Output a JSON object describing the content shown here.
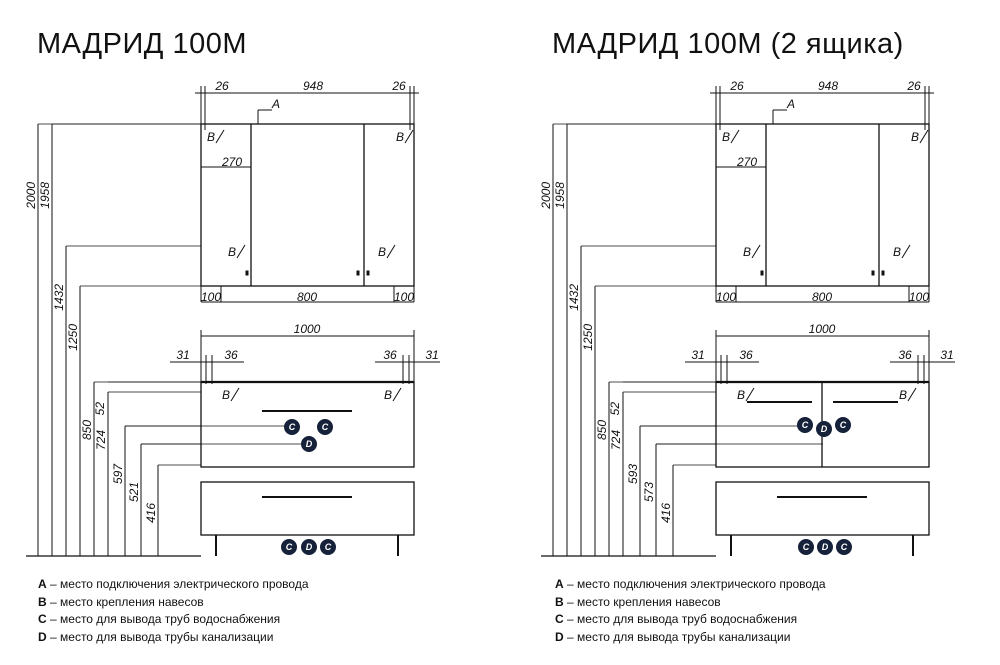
{
  "left": {
    "title": "МАДРИД 100М",
    "dims": {
      "top_left": "26",
      "top_mid": "948",
      "top_right": "26",
      "shelf": "270",
      "bot_left": "100",
      "bot_mid": "800",
      "bot_right": "100",
      "width": "1000",
      "sink_l1": "31",
      "sink_l2": "36",
      "sink_r2": "36",
      "sink_r1": "31",
      "v": [
        "2000",
        "1958",
        "1432",
        "1250",
        "850",
        "724",
        "597",
        "521",
        "416"
      ],
      "v52": "52"
    }
  },
  "right": {
    "title": "МАДРИД 100М (2 ящика)",
    "dims": {
      "top_left": "26",
      "top_mid": "948",
      "top_right": "26",
      "shelf": "270",
      "bot_left": "100",
      "bot_mid": "800",
      "bot_right": "100",
      "width": "1000",
      "sink_l1": "31",
      "sink_l2": "36",
      "sink_r2": "36",
      "sink_r1": "31",
      "v": [
        "2000",
        "1958",
        "1432",
        "1250",
        "850",
        "724",
        "593",
        "573",
        "416"
      ],
      "v52": "52"
    }
  },
  "marks": {
    "A": "A",
    "B": "B",
    "C": "C",
    "D": "D"
  },
  "legend": [
    {
      "key": "A",
      "text": " – место подключения электрического провода"
    },
    {
      "key": "B",
      "text": " – место крепления навесов"
    },
    {
      "key": "C",
      "text": " – место для вывода труб водоснабжения"
    },
    {
      "key": "D",
      "text": " – место для вывода трубы канализации"
    }
  ]
}
